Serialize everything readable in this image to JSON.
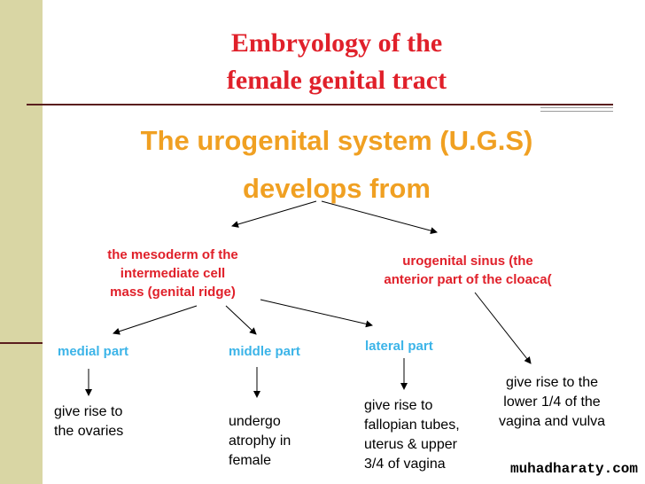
{
  "title": {
    "line1": "Embryology of the",
    "line2": "female genital tract"
  },
  "subtitle": {
    "line1": "The urogenital system (U.G.S)",
    "line2": "develops from"
  },
  "sources": {
    "mesoderm": {
      "line1": "the mesoderm of the",
      "line2": "intermediate cell",
      "line3": "mass (genital ridge)"
    },
    "urogenital_sinus": {
      "line1": "urogenital sinus (the",
      "line2": "anterior part of the cloaca("
    }
  },
  "parts": {
    "medial": "medial part",
    "middle": "middle part",
    "lateral": "lateral part"
  },
  "outcomes": {
    "medial": {
      "line1": "give rise to",
      "line2": "the ovaries"
    },
    "middle": {
      "line1": "undergo",
      "line2": "atrophy in",
      "line3": "female"
    },
    "lateral": {
      "line1": "give rise to",
      "line2": "fallopian tubes,",
      "line3": "uterus & upper",
      "line4": "3/4 of vagina"
    },
    "sinus": {
      "line1": "give rise to the",
      "line2": "lower 1/4 of the",
      "line3": "vagina and vulva"
    }
  },
  "watermark": "muhadharaty.com",
  "colors": {
    "title": "#e0202a",
    "subtitle": "#f0a022",
    "part_labels": "#3cb4e8",
    "sidebar": "#d9d6a4",
    "divider": "#5a1e1e"
  }
}
